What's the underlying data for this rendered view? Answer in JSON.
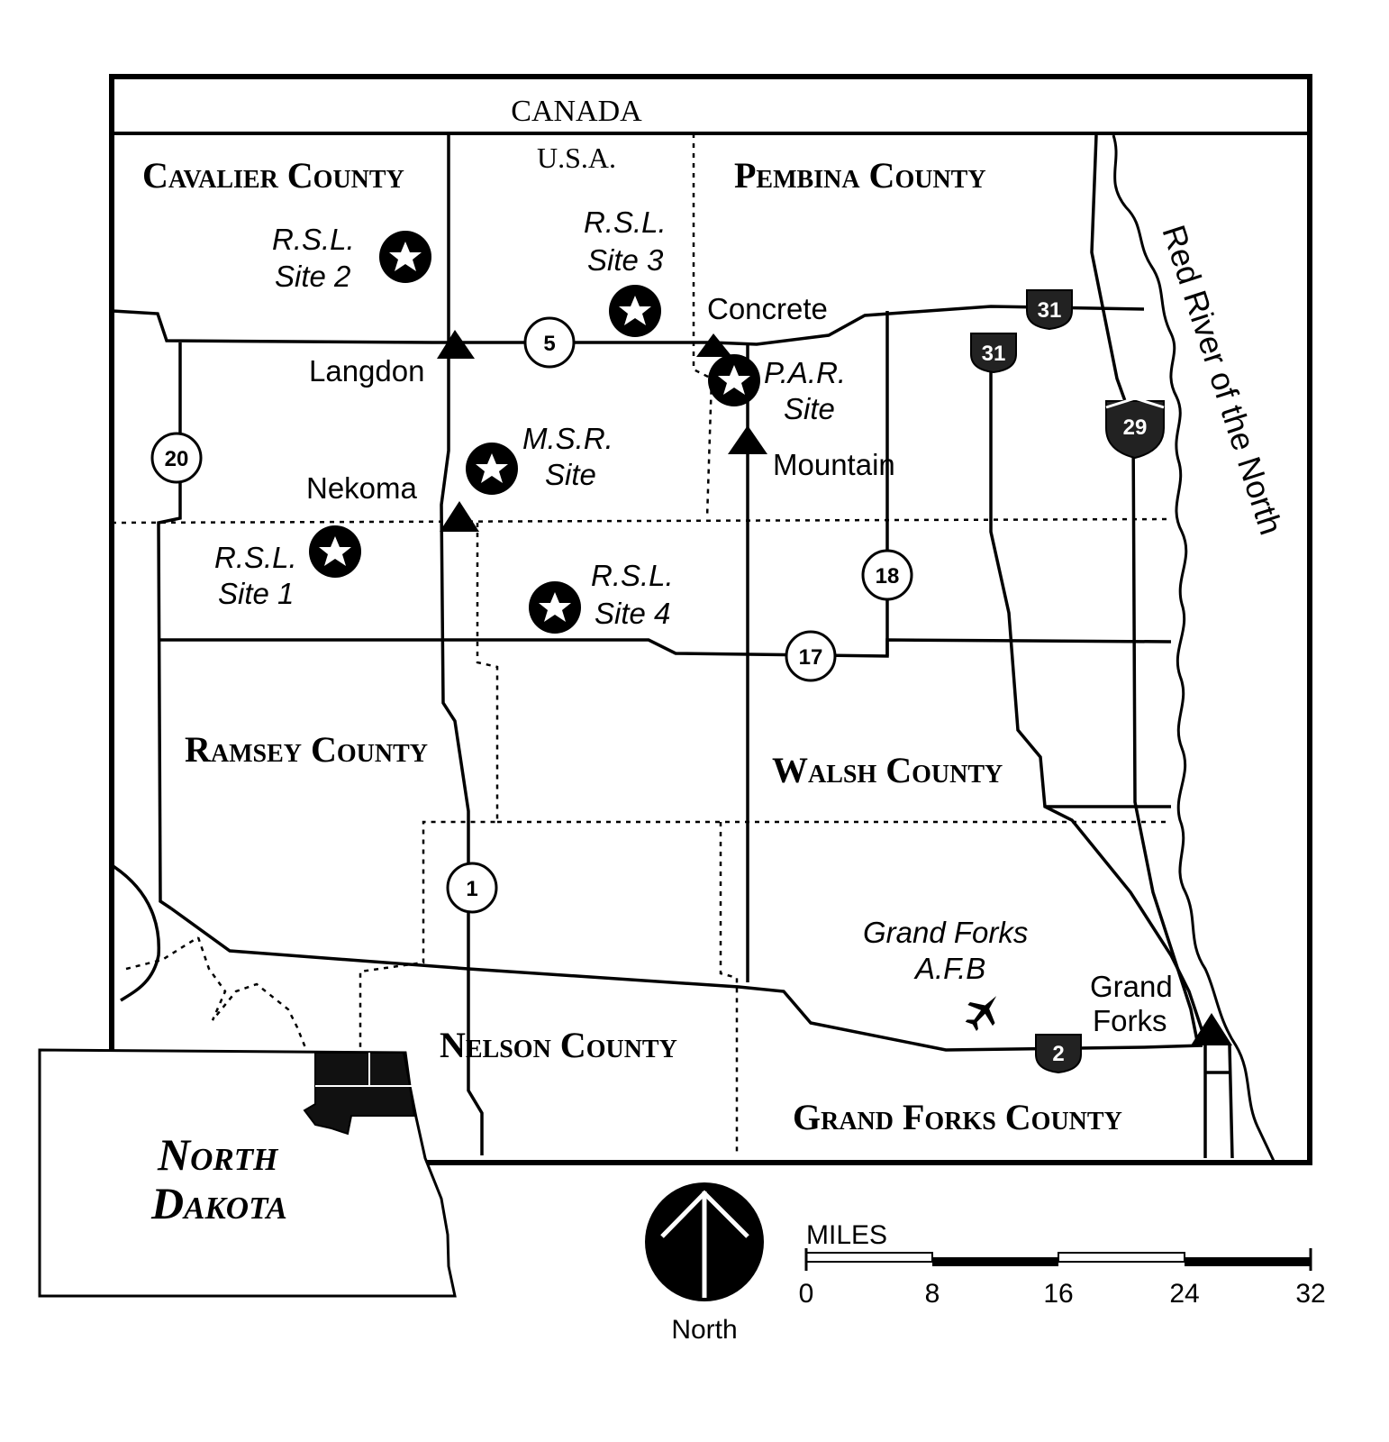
{
  "map": {
    "top_label": "CANADA",
    "country": "U.S.A.",
    "counties": {
      "cavalier": "Cavalier County",
      "pembina": "Pembina County",
      "ramsey": "Ramsey County",
      "walsh": "Walsh County",
      "nelson": "Nelson County",
      "grand_forks": "Grand Forks County"
    },
    "river": "Red River of the North",
    "towns": {
      "langdon": "Langdon",
      "concrete": "Concrete",
      "nekoma": "Nekoma",
      "mountain": "Mountain",
      "grand_forks_1": "Grand",
      "grand_forks_2": "Forks"
    },
    "sites": {
      "rsl2_a": "R.S.L.",
      "rsl2_b": "Site 2",
      "rsl3_a": "R.S.L.",
      "rsl3_b": "Site 3",
      "par_a": "P.A.R.",
      "par_b": "Site",
      "msr_a": "M.S.R.",
      "msr_b": "Site",
      "rsl1_a": "R.S.L.",
      "rsl1_b": "Site 1",
      "rsl4_a": "R.S.L.",
      "rsl4_b": "Site 4",
      "afb_a": "Grand Forks",
      "afb_b": "A.F.B"
    },
    "highways": {
      "h5": "5",
      "h20": "20",
      "h18": "18",
      "h17": "17",
      "h1": "1",
      "us31_a": "31",
      "us31_b": "31",
      "us2": "2",
      "i29": "29"
    },
    "inset": {
      "line1": "North",
      "line2": "Dakota"
    },
    "north_label": "North",
    "scale": {
      "title": "MILES",
      "ticks": [
        "0",
        "8",
        "16",
        "24",
        "32"
      ]
    }
  }
}
